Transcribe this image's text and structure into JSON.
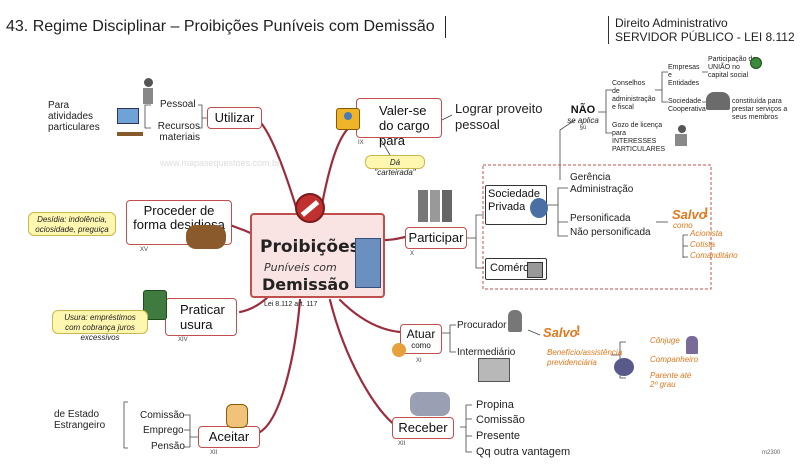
{
  "header": {
    "title": "43. Regime Disciplinar – Proibições Puníveis com Demissão",
    "subject_line1": "Direito Administrativo",
    "subject_line2": "SERVIDOR PÚBLICO - LEI 8.112"
  },
  "center": {
    "title": "Proibições",
    "subtitle": "Puníveis com",
    "title2": "Demissão",
    "ref": "Lei 8.112 art. 117"
  },
  "utilizar": {
    "label": "Utilizar",
    "items": [
      "Pessoal",
      "Recursos materiais"
    ],
    "purpose": "Para atividades particulares"
  },
  "valer": {
    "label": "Valer-se do cargo para",
    "tag": "IX",
    "note": "Dá \"carteirada\"",
    "result": "Lograr proveito pessoal"
  },
  "proceder": {
    "label": "Proceder de forma desidiosa",
    "tag": "XV",
    "note": "Desídia: indolência, ociosidade, preguiça"
  },
  "participar": {
    "label": "Participar",
    "tag": "X",
    "sociedade": "Sociedade Privada",
    "comercio": "Comércio",
    "gerencia": "Gerência Administração",
    "personificada": "Personificada",
    "nao_personificada": "Não personificada",
    "salvo": "Salvo",
    "como": "como",
    "salvo_items": [
      "Acionista",
      "Cotista",
      "Comanditário"
    ]
  },
  "nao_se_aplica": {
    "label_top": "NÃO",
    "label_bottom": "se aplica",
    "tag": "§ú",
    "items": [
      "Conselhos de administração e fiscal",
      "Gozo de licença para INTERESSES PARTICULARES"
    ],
    "conselhos_items": [
      "Empresas e Entidades",
      "Sociedade Cooperativa"
    ],
    "empresas_note": "Participação da UNIÃO no capital social",
    "coop_note": "constituída para prestar serviços a seus membros"
  },
  "praticar": {
    "label": "Praticar usura",
    "tag": "XIV",
    "note": "Usura: empréstimos com cobrança juros excessivos"
  },
  "atuar": {
    "label": "Atuar",
    "sub": "como",
    "tag": "XI",
    "items": [
      "Procurador",
      "Intermediário"
    ],
    "salvo": "Salvo",
    "beneficio": "Benefício/assistência previdenciária",
    "beneficio_items": [
      "Cônjuge",
      "Companheiro",
      "Parente até 2º grau"
    ]
  },
  "aceitar": {
    "label": "Aceitar",
    "tag": "XII",
    "items": [
      "Comissão",
      "Emprego",
      "Pensão"
    ],
    "from": "de Estado Estrangeiro"
  },
  "receber": {
    "label": "Receber",
    "tag": "XII",
    "items": [
      "Propina",
      "Comissão",
      "Presente",
      "Qq outra vantagem"
    ]
  },
  "footer_code": "m2300",
  "watermark": "www.mapasequestoes.com.br"
}
